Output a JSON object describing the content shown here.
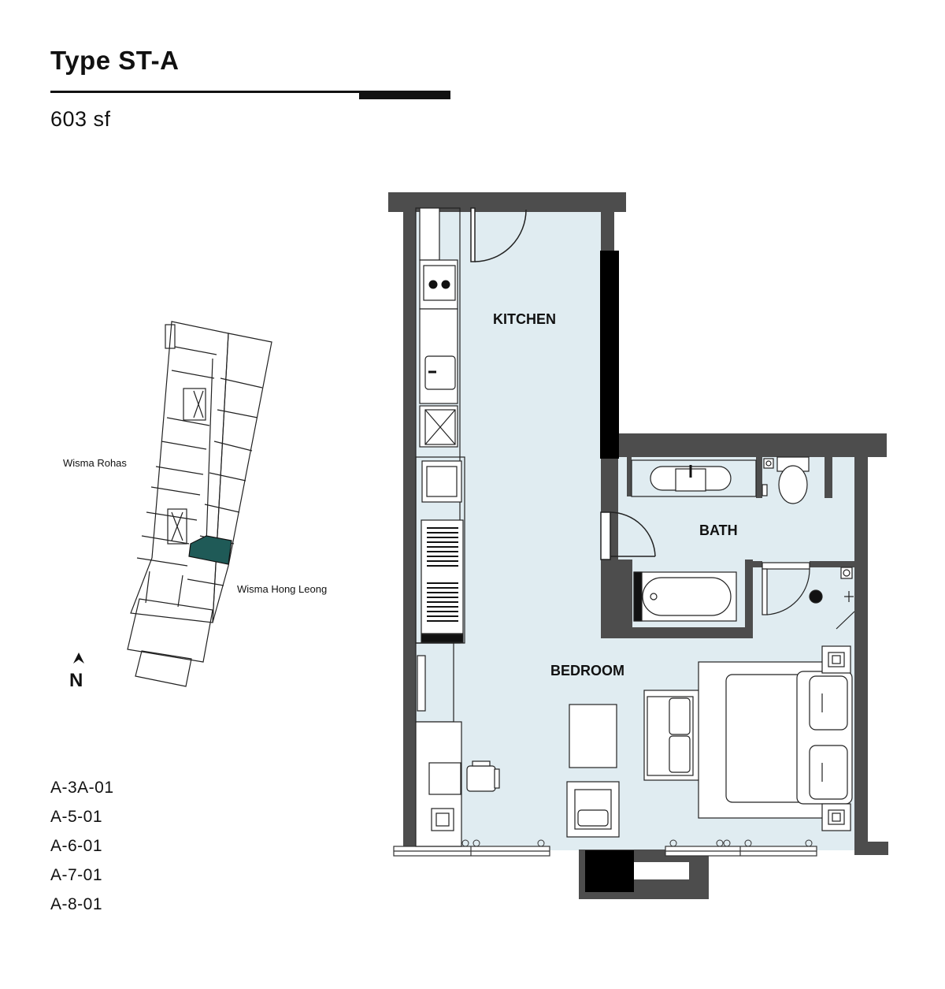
{
  "header": {
    "title": "Type ST-A",
    "area": "603 sf"
  },
  "rooms": {
    "kitchen": "KITCHEN",
    "bath": "BATH",
    "bedroom": "BEDROOM"
  },
  "key_plan": {
    "building_west": "Wisma Rohas",
    "building_east": "Wisma Hong Leong",
    "north": "N",
    "highlight_color": "#1f5a57"
  },
  "units": [
    "A-3A-01",
    "A-5-01",
    "A-6-01",
    "A-7-01",
    "A-8-01"
  ],
  "colors": {
    "wall": "#4d4d4d",
    "floor": "#e0ecf1"
  }
}
